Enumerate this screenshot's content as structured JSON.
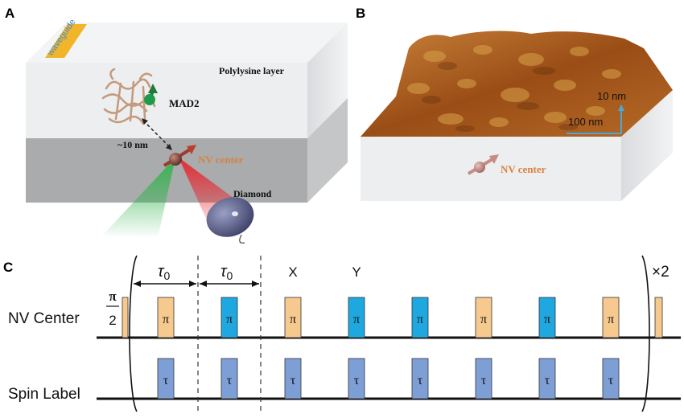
{
  "panels": {
    "a": {
      "label": "A",
      "waveguide": "waveguide",
      "layer": "Polylysine layer",
      "protein": "MAD2",
      "distance": "~10 nm",
      "nv": "NV center",
      "substrate": "Diamond"
    },
    "b": {
      "label": "B",
      "height_scale": "10 nm",
      "width_scale": "100 nm",
      "nv": "NV center"
    },
    "c": {
      "label": "C",
      "tau_left": "τ",
      "tau_left_sub": "0",
      "tau_right": "τ",
      "tau_right_sub": "0",
      "x_phase": "X",
      "y_phase": "Y",
      "repeat": "×2",
      "init_num": "π",
      "init_den": "2",
      "row_nv": "NV Center",
      "row_spin": "Spin Label",
      "nv_pulses": [
        {
          "text": "π",
          "color": "orange"
        },
        {
          "text": "π",
          "color": "blue"
        },
        {
          "text": "π",
          "color": "orange"
        },
        {
          "text": "π",
          "color": "blue"
        },
        {
          "text": "π",
          "color": "blue"
        },
        {
          "text": "π",
          "color": "orange"
        },
        {
          "text": "π",
          "color": "blue"
        },
        {
          "text": "π",
          "color": "orange"
        }
      ],
      "spin_pulses": [
        "τ",
        "τ",
        "τ",
        "τ",
        "τ",
        "τ",
        "τ",
        "τ"
      ]
    }
  },
  "colors": {
    "orange_pulse": "#f6c98e",
    "blue_pulse": "#1fa8e0",
    "spin_pulse": "#7e9fd6",
    "nv_text": "#d9823f",
    "diamond_top": "#a9abad",
    "layer_top": "#eceef0",
    "afm_brown": "#a4571d"
  }
}
